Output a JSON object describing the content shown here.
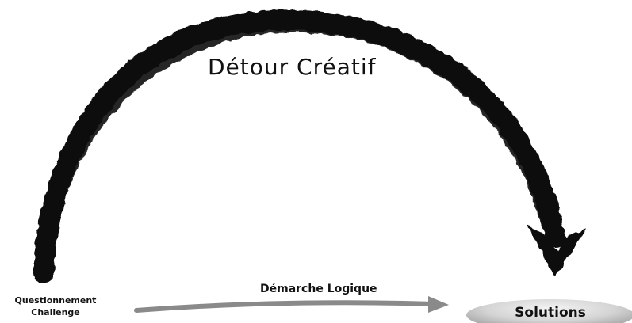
{
  "detour": {
    "label": "Détour Créatif"
  },
  "start": {
    "line1": "Questionnement",
    "line2": "Challenge"
  },
  "logic": {
    "label": "Démarche Logique"
  },
  "end": {
    "label": "Solutions"
  },
  "colors": {
    "creative_arrow": "#111111",
    "logic_arrow": "#8a8a8a",
    "solutions_ellipse_light": "#f2f2f2",
    "solutions_ellipse_dark": "#9c9c9c"
  }
}
